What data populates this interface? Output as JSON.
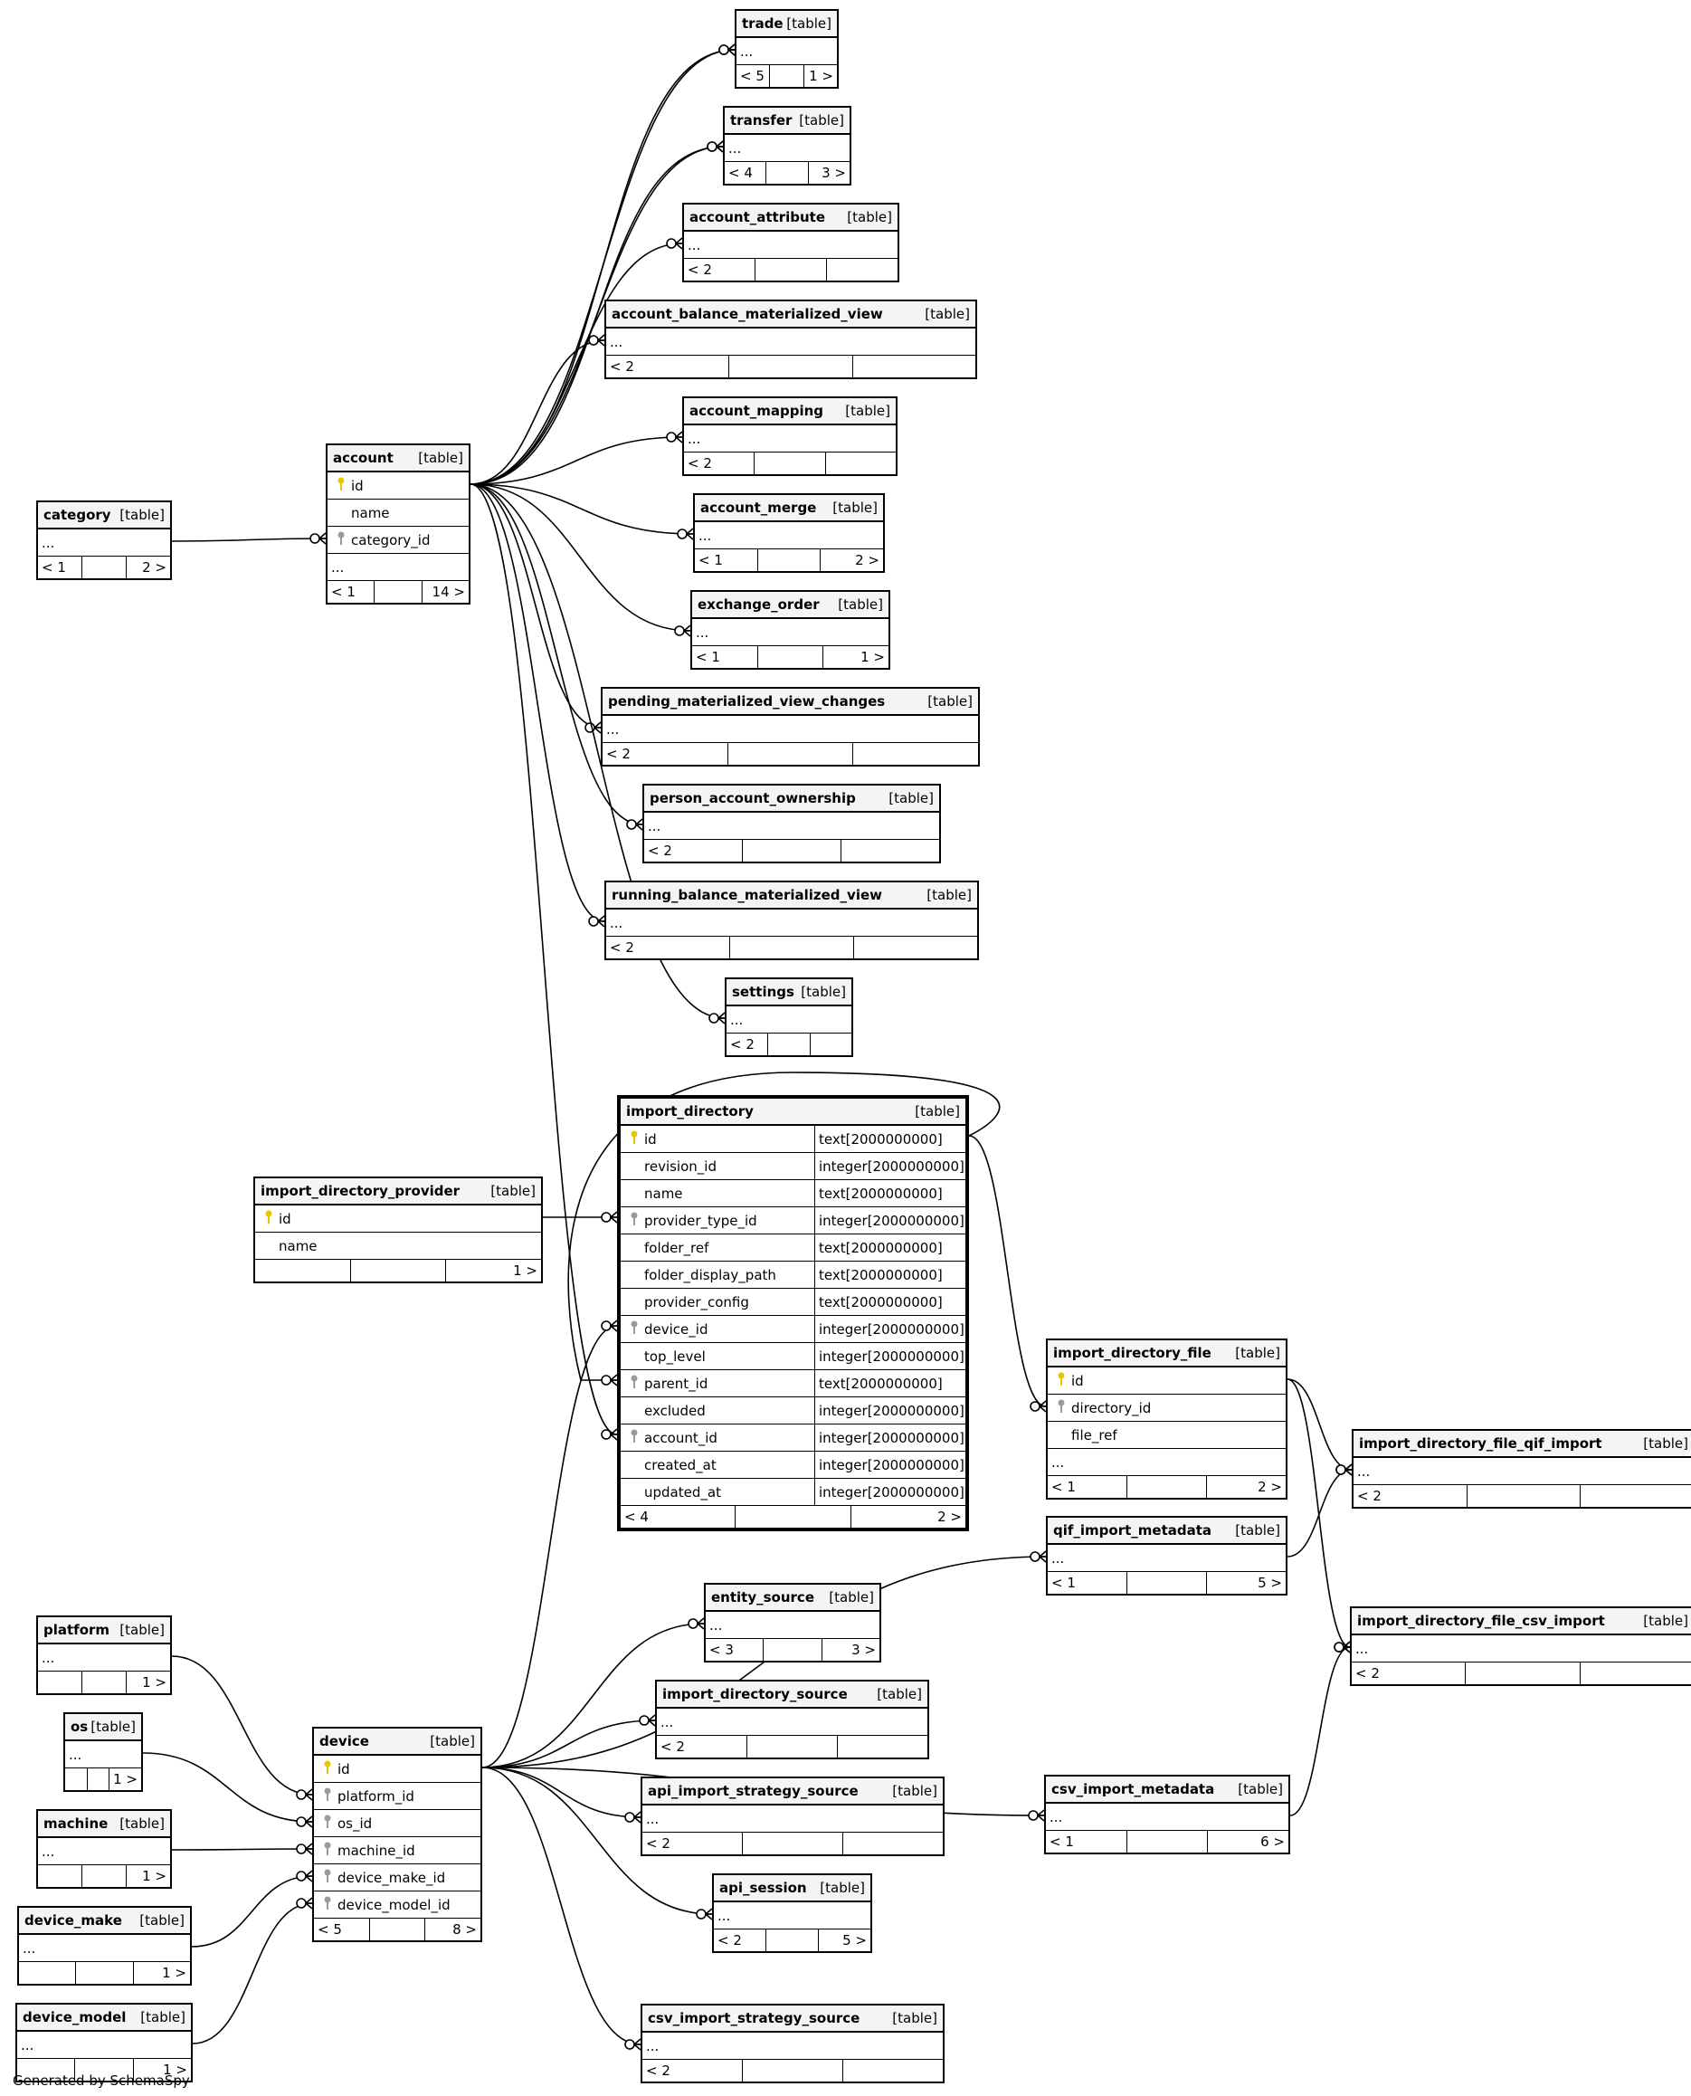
{
  "generated_by": "Generated by SchemaSpy",
  "icons": {
    "primary_key": "key-icon-yellow",
    "foreign_key": "key-icon-gray"
  },
  "colors": {
    "primary_key": "#e5c800",
    "foreign_key": "#9a9a9a",
    "header_bg": "#f4f4f4"
  },
  "tables": [
    {
      "id": "trade",
      "name": "trade",
      "type": "[table]",
      "rows": [
        {
          "name": "..."
        }
      ],
      "foot": [
        "< 5",
        "",
        "1 >"
      ]
    },
    {
      "id": "transfer",
      "name": "transfer",
      "type": "[table]",
      "rows": [
        {
          "name": "..."
        }
      ],
      "foot": [
        "< 4",
        "",
        "3 >"
      ]
    },
    {
      "id": "account_attribute",
      "name": "account_attribute",
      "type": "[table]",
      "rows": [
        {
          "name": "..."
        }
      ],
      "foot": [
        "< 2",
        "",
        ""
      ]
    },
    {
      "id": "account_balance_materialized_view",
      "name": "account_balance_materialized_view",
      "type": "[table]",
      "rows": [
        {
          "name": "..."
        }
      ],
      "foot": [
        "< 2",
        "",
        ""
      ]
    },
    {
      "id": "account_mapping",
      "name": "account_mapping",
      "type": "[table]",
      "rows": [
        {
          "name": "..."
        }
      ],
      "foot": [
        "< 2",
        "",
        ""
      ]
    },
    {
      "id": "account_merge",
      "name": "account_merge",
      "type": "[table]",
      "rows": [
        {
          "name": "..."
        }
      ],
      "foot": [
        "< 1",
        "",
        "2 >"
      ]
    },
    {
      "id": "exchange_order",
      "name": "exchange_order",
      "type": "[table]",
      "rows": [
        {
          "name": "..."
        }
      ],
      "foot": [
        "< 1",
        "",
        "1 >"
      ]
    },
    {
      "id": "pending_materialized_view_changes",
      "name": "pending_materialized_view_changes",
      "type": "[table]",
      "rows": [
        {
          "name": "..."
        }
      ],
      "foot": [
        "< 2",
        "",
        ""
      ]
    },
    {
      "id": "person_account_ownership",
      "name": "person_account_ownership",
      "type": "[table]",
      "rows": [
        {
          "name": "..."
        }
      ],
      "foot": [
        "< 2",
        "",
        ""
      ]
    },
    {
      "id": "running_balance_materialized_view",
      "name": "running_balance_materialized_view",
      "type": "[table]",
      "rows": [
        {
          "name": "..."
        }
      ],
      "foot": [
        "< 2",
        "",
        ""
      ]
    },
    {
      "id": "settings",
      "name": "settings",
      "type": "[table]",
      "rows": [
        {
          "name": "..."
        }
      ],
      "foot": [
        "< 2",
        "",
        ""
      ]
    },
    {
      "id": "category",
      "name": "category",
      "type": "[table]",
      "rows": [
        {
          "name": "..."
        }
      ],
      "foot": [
        "< 1",
        "",
        "2 >"
      ]
    },
    {
      "id": "account",
      "name": "account",
      "type": "[table]",
      "rows": [
        {
          "name": "id",
          "key": "pk"
        },
        {
          "name": "name"
        },
        {
          "name": "category_id",
          "key": "fk"
        },
        {
          "name": "..."
        }
      ],
      "foot": [
        "< 1",
        "",
        "14 >"
      ]
    },
    {
      "id": "import_directory",
      "name": "import_directory",
      "type": "[table]",
      "focus": true,
      "rows": [
        {
          "name": "id",
          "key": "pk",
          "type": "text[2000000000]"
        },
        {
          "name": "revision_id",
          "type": "integer[2000000000]"
        },
        {
          "name": "name",
          "type": "text[2000000000]"
        },
        {
          "name": "provider_type_id",
          "key": "fk",
          "type": "integer[2000000000]"
        },
        {
          "name": "folder_ref",
          "type": "text[2000000000]"
        },
        {
          "name": "folder_display_path",
          "type": "text[2000000000]"
        },
        {
          "name": "provider_config",
          "type": "text[2000000000]"
        },
        {
          "name": "device_id",
          "key": "fk",
          "type": "integer[2000000000]"
        },
        {
          "name": "top_level",
          "type": "integer[2000000000]"
        },
        {
          "name": "parent_id",
          "key": "fk",
          "type": "text[2000000000]"
        },
        {
          "name": "excluded",
          "type": "integer[2000000000]"
        },
        {
          "name": "account_id",
          "key": "fk",
          "type": "integer[2000000000]"
        },
        {
          "name": "created_at",
          "type": "integer[2000000000]"
        },
        {
          "name": "updated_at",
          "type": "integer[2000000000]"
        }
      ],
      "foot": [
        "< 4",
        "",
        "2 >"
      ]
    },
    {
      "id": "import_directory_provider",
      "name": "import_directory_provider",
      "type": "[table]",
      "rows": [
        {
          "name": "id",
          "key": "pk"
        },
        {
          "name": "name"
        }
      ],
      "foot": [
        "",
        "",
        "1 >"
      ]
    },
    {
      "id": "import_directory_file",
      "name": "import_directory_file",
      "type": "[table]",
      "rows": [
        {
          "name": "id",
          "key": "pk"
        },
        {
          "name": "directory_id",
          "key": "fk"
        },
        {
          "name": "file_ref"
        },
        {
          "name": "..."
        }
      ],
      "foot": [
        "< 1",
        "",
        "2 >"
      ]
    },
    {
      "id": "import_directory_file_qif_import",
      "name": "import_directory_file_qif_import",
      "type": "[table]",
      "rows": [
        {
          "name": "..."
        }
      ],
      "foot": [
        "< 2",
        "",
        ""
      ]
    },
    {
      "id": "qif_import_metadata",
      "name": "qif_import_metadata",
      "type": "[table]",
      "rows": [
        {
          "name": "..."
        }
      ],
      "foot": [
        "< 1",
        "",
        "5 >"
      ]
    },
    {
      "id": "import_directory_file_csv_import",
      "name": "import_directory_file_csv_import",
      "type": "[table]",
      "rows": [
        {
          "name": "..."
        }
      ],
      "foot": [
        "< 2",
        "",
        ""
      ]
    },
    {
      "id": "entity_source",
      "name": "entity_source",
      "type": "[table]",
      "rows": [
        {
          "name": "..."
        }
      ],
      "foot": [
        "< 3",
        "",
        "3 >"
      ]
    },
    {
      "id": "import_directory_source",
      "name": "import_directory_source",
      "type": "[table]",
      "rows": [
        {
          "name": "..."
        }
      ],
      "foot": [
        "< 2",
        "",
        ""
      ]
    },
    {
      "id": "api_import_strategy_source",
      "name": "api_import_strategy_source",
      "type": "[table]",
      "rows": [
        {
          "name": "..."
        }
      ],
      "foot": [
        "< 2",
        "",
        ""
      ]
    },
    {
      "id": "api_session",
      "name": "api_session",
      "type": "[table]",
      "rows": [
        {
          "name": "..."
        }
      ],
      "foot": [
        "< 2",
        "",
        "5 >"
      ]
    },
    {
      "id": "csv_import_metadata",
      "name": "csv_import_metadata",
      "type": "[table]",
      "rows": [
        {
          "name": "..."
        }
      ],
      "foot": [
        "< 1",
        "",
        "6 >"
      ]
    },
    {
      "id": "csv_import_strategy_source",
      "name": "csv_import_strategy_source",
      "type": "[table]",
      "rows": [
        {
          "name": "..."
        }
      ],
      "foot": [
        "< 2",
        "",
        ""
      ]
    },
    {
      "id": "platform",
      "name": "platform",
      "type": "[table]",
      "rows": [
        {
          "name": "..."
        }
      ],
      "foot": [
        "",
        "",
        "1 >"
      ]
    },
    {
      "id": "os",
      "name": "os",
      "type": "[table]",
      "rows": [
        {
          "name": "..."
        }
      ],
      "foot": [
        "",
        "",
        "1 >"
      ]
    },
    {
      "id": "machine",
      "name": "machine",
      "type": "[table]",
      "rows": [
        {
          "name": "..."
        }
      ],
      "foot": [
        "",
        "",
        "1 >"
      ]
    },
    {
      "id": "device_make",
      "name": "device_make",
      "type": "[table]",
      "rows": [
        {
          "name": "..."
        }
      ],
      "foot": [
        "",
        "",
        "1 >"
      ]
    },
    {
      "id": "device_model",
      "name": "device_model",
      "type": "[table]",
      "rows": [
        {
          "name": "..."
        }
      ],
      "foot": [
        "",
        "",
        "1 >"
      ]
    },
    {
      "id": "device",
      "name": "device",
      "type": "[table]",
      "rows": [
        {
          "name": "id",
          "key": "pk"
        },
        {
          "name": "platform_id",
          "key": "fk"
        },
        {
          "name": "os_id",
          "key": "fk"
        },
        {
          "name": "machine_id",
          "key": "fk"
        },
        {
          "name": "device_make_id",
          "key": "fk"
        },
        {
          "name": "device_model_id",
          "key": "fk"
        }
      ],
      "foot": [
        "< 5",
        "",
        "8 >"
      ]
    }
  ],
  "relationships": [
    {
      "from": "account",
      "to": "trade"
    },
    {
      "from": "account",
      "to": "trade"
    },
    {
      "from": "account",
      "to": "transfer"
    },
    {
      "from": "account",
      "to": "transfer"
    },
    {
      "from": "account",
      "to": "account_attribute"
    },
    {
      "from": "account",
      "to": "account_balance_materialized_view"
    },
    {
      "from": "account",
      "to": "account_mapping"
    },
    {
      "from": "account",
      "to": "account_merge"
    },
    {
      "from": "account",
      "to": "exchange_order"
    },
    {
      "from": "account",
      "to": "pending_materialized_view_changes"
    },
    {
      "from": "account",
      "to": "person_account_ownership"
    },
    {
      "from": "account",
      "to": "running_balance_materialized_view"
    },
    {
      "from": "account",
      "to": "settings"
    },
    {
      "from": "category",
      "to": "account"
    },
    {
      "from": "account",
      "to": "import_directory"
    },
    {
      "from": "import_directory_provider",
      "to": "import_directory"
    },
    {
      "from": "device",
      "to": "import_directory"
    },
    {
      "from": "import_directory",
      "to": "import_directory"
    },
    {
      "from": "import_directory",
      "to": "import_directory_file"
    },
    {
      "from": "import_directory_file",
      "to": "import_directory_file_qif_import"
    },
    {
      "from": "qif_import_metadata",
      "to": "import_directory_file_qif_import"
    },
    {
      "from": "import_directory_file",
      "to": "import_directory_file_csv_import"
    },
    {
      "from": "csv_import_metadata",
      "to": "import_directory_file_csv_import"
    },
    {
      "from": "device",
      "to": "qif_import_metadata"
    },
    {
      "from": "device",
      "to": "entity_source"
    },
    {
      "from": "device",
      "to": "import_directory_source"
    },
    {
      "from": "device",
      "to": "api_import_strategy_source"
    },
    {
      "from": "device",
      "to": "api_session"
    },
    {
      "from": "device",
      "to": "csv_import_metadata"
    },
    {
      "from": "device",
      "to": "csv_import_strategy_source"
    },
    {
      "from": "platform",
      "to": "device"
    },
    {
      "from": "os",
      "to": "device"
    },
    {
      "from": "machine",
      "to": "device"
    },
    {
      "from": "device_make",
      "to": "device"
    },
    {
      "from": "device_model",
      "to": "device"
    }
  ]
}
